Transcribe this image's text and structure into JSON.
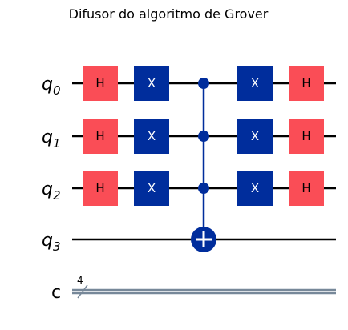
{
  "diagram": {
    "title": "Difusor do algoritmo de Grover",
    "qubits": [
      {
        "base": "q",
        "sub": "0"
      },
      {
        "base": "q",
        "sub": "1"
      },
      {
        "base": "q",
        "sub": "2"
      },
      {
        "base": "q",
        "sub": "3"
      }
    ],
    "classical": {
      "label": "c",
      "size": "4"
    },
    "columns": [
      {
        "type": "single",
        "label": "H",
        "targets": [
          0,
          1,
          2
        ]
      },
      {
        "type": "single",
        "label": "X",
        "targets": [
          0,
          1,
          2
        ]
      },
      {
        "type": "mcx",
        "controls": [
          0,
          1,
          2
        ],
        "target": 3
      },
      {
        "type": "single",
        "label": "X",
        "targets": [
          0,
          1,
          2
        ]
      },
      {
        "type": "single",
        "label": "H",
        "targets": [
          0,
          1,
          2
        ]
      }
    ],
    "colors": {
      "h_gate": "#fa4d56",
      "h_text": "#000000",
      "x_gate": "#002d9c",
      "x_text": "#ffffff",
      "control": "#002d9c",
      "wire": "#000000",
      "classical_wire": "#778899"
    }
  }
}
